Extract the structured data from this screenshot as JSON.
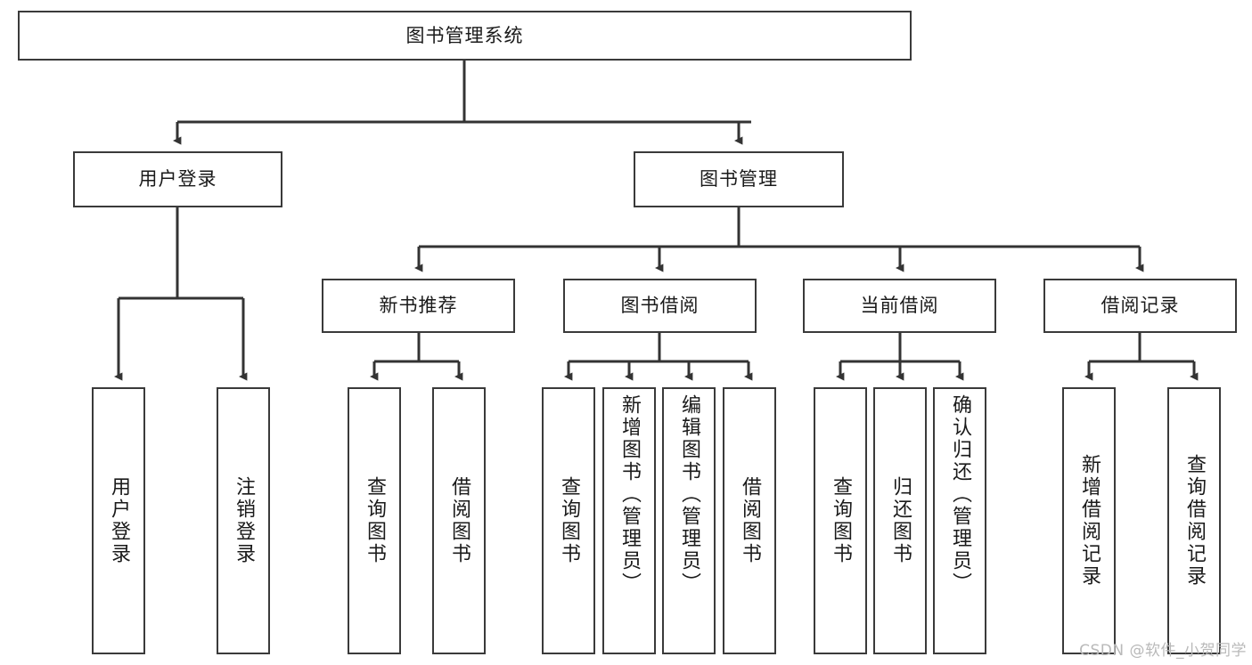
{
  "diagram": {
    "type": "tree-hierarchy",
    "title": "图书管理系统",
    "orientation": "top-down",
    "edge_style": "orthogonal-with-arrowheads",
    "colors": {
      "box_border": "#3a3a3a",
      "box_fill": "#ffffff",
      "edge": "#333333",
      "text": "#1a1a1a",
      "watermark": "#b9b9b9",
      "background": "#ffffff"
    },
    "root": {
      "label": "图书管理系统"
    },
    "level1": [
      {
        "label": "用户登录"
      },
      {
        "label": "图书管理"
      }
    ],
    "level2": [
      {
        "label": "新书推荐"
      },
      {
        "label": "图书借阅"
      },
      {
        "label": "当前借阅"
      },
      {
        "label": "借阅记录"
      }
    ],
    "leaves": {
      "user_login": [
        {
          "label": "用户登录"
        },
        {
          "label": "注销登录"
        }
      ],
      "new_book_recommend": [
        {
          "label": "查询图书"
        },
        {
          "label": "借阅图书"
        }
      ],
      "book_borrow": [
        {
          "label": "查询图书"
        },
        {
          "label": "新增图书（管理员）"
        },
        {
          "label": "编辑图书（管理员）"
        },
        {
          "label": "借阅图书"
        }
      ],
      "current_borrow": [
        {
          "label": "查询图书"
        },
        {
          "label": "归还图书"
        },
        {
          "label": "确认归还（管理员）"
        }
      ],
      "borrow_record": [
        {
          "label": "新增借阅记录"
        },
        {
          "label": "查询借阅记录"
        }
      ]
    }
  },
  "watermark": {
    "text": "CSDN @软件_小贺同学"
  }
}
